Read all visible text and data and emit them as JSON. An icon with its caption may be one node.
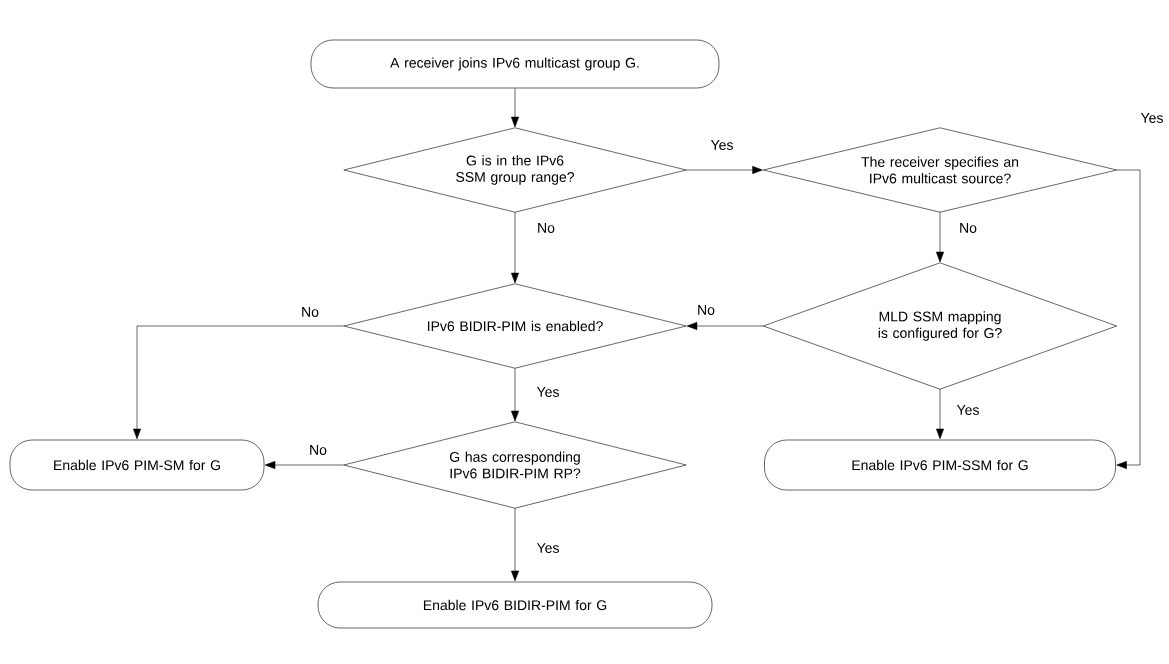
{
  "diagram": {
    "nodes": [
      {
        "text": [
          "A receiver joins IPv6 multicast group G."
        ]
      },
      {
        "text": [
          "G is in the IPv6 SSM group range?"
        ]
      },
      {
        "text": [
          "The receiver specifies an IPv6 multicast source?"
        ]
      },
      {
        "text": [
          "IPv6 BIDIR-PIM is enabled?"
        ]
      },
      {
        "text": [
          "MLD SSM mapping is configured for G?"
        ]
      },
      {
        "text": [
          "Enable IPv6 PIM-SM for G"
        ]
      },
      {
        "text": [
          "G has corresponding IPv6 BIDIR-PIM RP?"
        ]
      },
      {
        "text": [
          "Enable IPv6 PIM-SSM for G"
        ]
      },
      {
        "text": [
          "Enable IPv6 BIDIR-PIM for G"
        ]
      }
    ],
    "edges": [
      {
        "from": 0,
        "to": 1,
        "arrow": "to"
      },
      {
        "from": 1,
        "to": 2,
        "arrow": "to",
        "label": "Yes"
      },
      {
        "from": 1,
        "to": 3,
        "arrow": "to",
        "label": "No"
      },
      {
        "from": 2,
        "to": 7,
        "arrow": "to",
        "label": "Yes"
      },
      {
        "from": 2,
        "to": 4,
        "arrow": "to",
        "label": "No"
      },
      {
        "from": 4,
        "to": 3,
        "arrow": "to",
        "label": "No"
      },
      {
        "from": 4,
        "to": 7,
        "arrow": "to",
        "label": "Yes"
      },
      {
        "from": 3,
        "to": 5,
        "arrow": "to",
        "label": "No"
      },
      {
        "from": 3,
        "to": 6,
        "arrow": "to",
        "label": "Yes"
      },
      {
        "from": 6,
        "to": 5,
        "arrow": "to",
        "label": "No"
      },
      {
        "from": 6,
        "to": 8,
        "arrow": "to",
        "label": "Yes"
      }
    ]
  }
}
